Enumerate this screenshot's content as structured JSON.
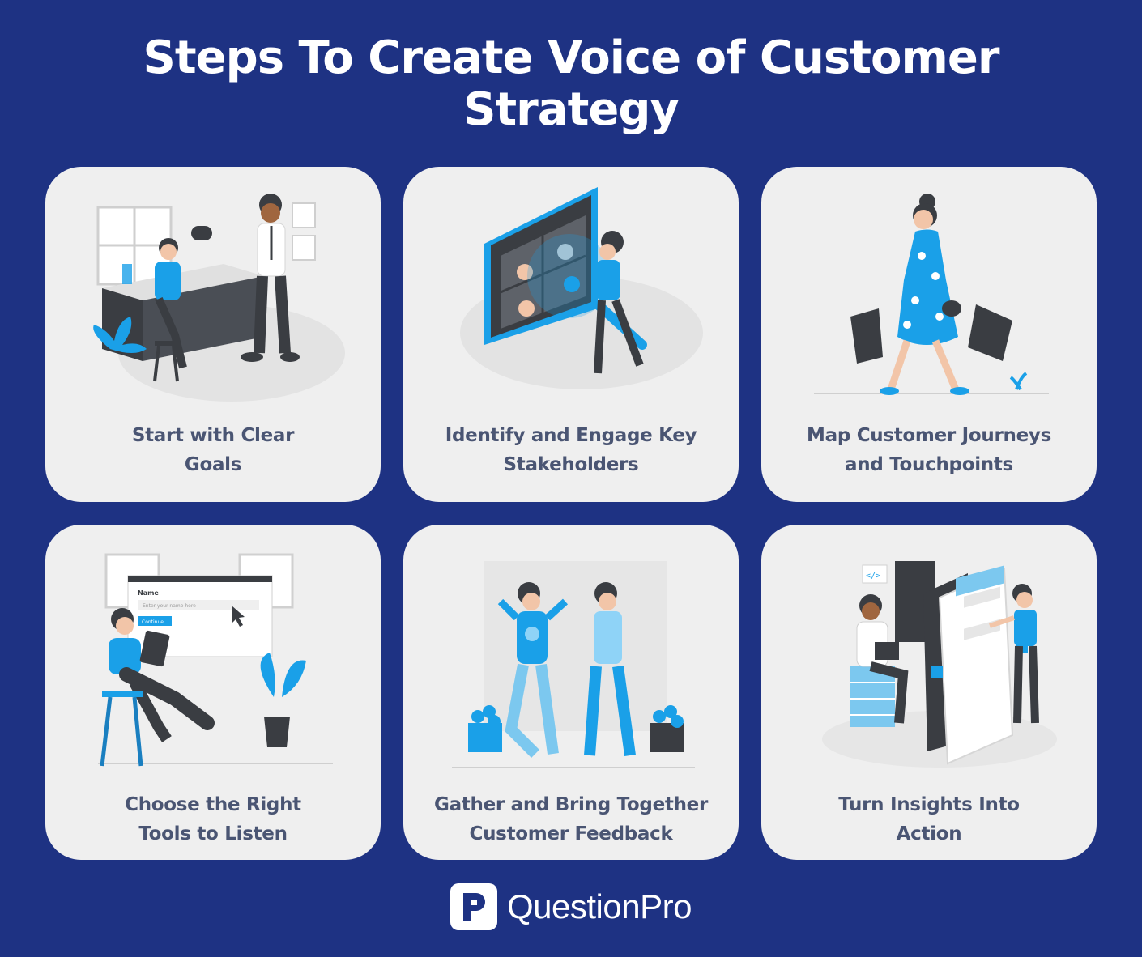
{
  "title": {
    "line1": "Steps To Create Voice of Customer",
    "line2": "Strategy"
  },
  "colors": {
    "background": "#1e3283",
    "card": "#efefef",
    "label": "#4a5573",
    "accent": "#1aa0e8",
    "dark": "#3a3d42"
  },
  "cards": [
    {
      "line1": "Start with Clear",
      "line2": "Goals",
      "icon": "people-talking-at-counter-illustration"
    },
    {
      "line1": "Identify and Engage Key",
      "line2": "Stakeholders",
      "icon": "magnifier-over-video-call-illustration"
    },
    {
      "line1": "Map Customer Journeys",
      "line2": "and Touchpoints",
      "icon": "woman-with-shopping-bags-illustration"
    },
    {
      "line1": "Choose the Right",
      "line2": "Tools to Listen",
      "icon": "woman-with-tablet-form-illustration"
    },
    {
      "line1": "Gather and Bring Together",
      "line2": "Customer Feedback",
      "icon": "two-women-with-emoji-boxes-illustration"
    },
    {
      "line1": "Turn Insights Into",
      "line2": "Action",
      "icon": "people-with-app-screens-illustration"
    }
  ],
  "form": {
    "field_label": "Name",
    "placeholder": "Enter your name here",
    "button": "Continue"
  },
  "brand": {
    "name": "QuestionPro"
  }
}
